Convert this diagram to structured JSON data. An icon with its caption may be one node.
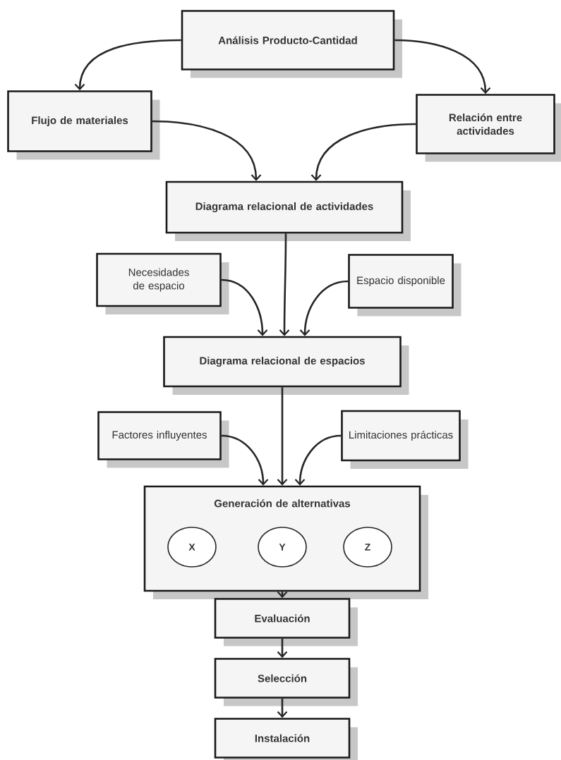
{
  "diagram": {
    "nodes": [
      {
        "text": [
          "Análisis Producto-Cantidad"
        ]
      },
      {
        "text": [
          "Flujo de materiales"
        ]
      },
      {
        "text": [
          "Relación entre actividades"
        ]
      },
      {
        "text": [
          "Diagrama relacional de actividades"
        ]
      },
      {
        "text": [
          "Necesidades de espacio"
        ]
      },
      {
        "text": [
          "Espacio disponible"
        ]
      },
      {
        "text": [
          "Diagrama relacional de espacios"
        ]
      },
      {
        "text": [
          "Factores influyentes"
        ]
      },
      {
        "text": [
          "Limitaciones prácticas"
        ]
      },
      {
        "text": [
          "Generación de alternativas"
        ]
      },
      {
        "text": [
          "X"
        ],
        "in": 9
      },
      {
        "text": [
          "Y"
        ],
        "in": 9
      },
      {
        "text": [
          "Z"
        ],
        "in": 9
      },
      {
        "text": [
          "Evaluación"
        ]
      },
      {
        "text": [
          "Selección"
        ]
      },
      {
        "text": [
          "Instalación"
        ]
      }
    ],
    "edges": [
      {
        "from": 0,
        "to": 1,
        "arrow": "to"
      },
      {
        "from": 0,
        "to": 2,
        "arrow": "to"
      },
      {
        "from": 1,
        "to": 3,
        "arrow": "to"
      },
      {
        "from": 2,
        "to": 3,
        "arrow": "to"
      },
      {
        "from": 3,
        "to": 6,
        "arrow": "to"
      },
      {
        "from": 4,
        "to": 6,
        "arrow": "to"
      },
      {
        "from": 5,
        "to": 6,
        "arrow": "to"
      },
      {
        "from": 6,
        "to": 9,
        "arrow": "to"
      },
      {
        "from": 7,
        "to": 9,
        "arrow": "to"
      },
      {
        "from": 8,
        "to": 9,
        "arrow": "to"
      },
      {
        "from": 9,
        "to": 13,
        "arrow": "to"
      },
      {
        "from": 13,
        "to": 14,
        "arrow": "to"
      },
      {
        "from": 14,
        "to": 15,
        "arrow": "to"
      }
    ]
  }
}
